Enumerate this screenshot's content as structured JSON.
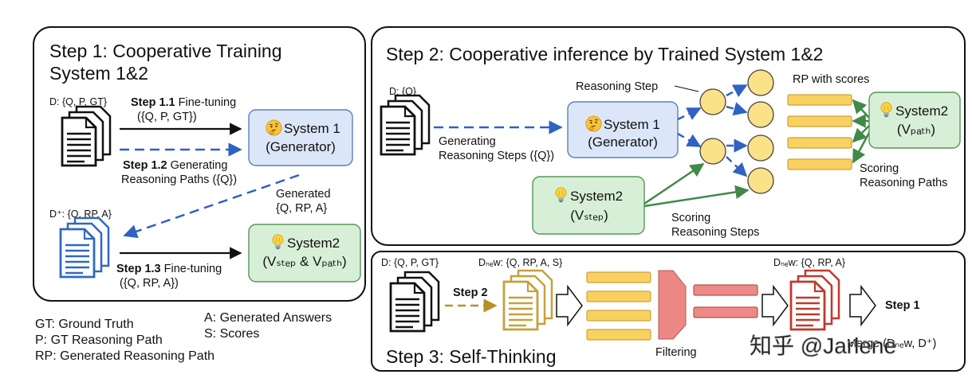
{
  "step1": {
    "title_line1": "Step 1: Cooperative Training",
    "title_line2": "System 1&2",
    "dataset_d": "D: {Q, P, GT}",
    "s11_bold": "Step 1.1",
    "s11_rest": " Fine-tuning",
    "s11_sub": "({Q, P, GT})",
    "s12_bold": "Step 1.2",
    "s12_rest": " Generating",
    "s12_sub": "Reasoning Paths ({Q})",
    "generated_1": "Generated",
    "generated_2": "{Q, RP, A}",
    "dataset_dplus": "D⁺: {Q, RP, A}",
    "s13_bold": "Step 1.3",
    "s13_rest": " Fine-tuning",
    "s13_sub": "({Q, RP, A})",
    "system1_line1": "System 1",
    "system1_line2": "(Generator)",
    "system2_line1": "System2",
    "system2_line2": "(Vₛₜₑₚ & Vₚₐₜₕ)"
  },
  "legend": {
    "gt": "GT: Ground Truth",
    "p": "P: GT Reasoning Path",
    "rp": "RP: Generated Reasoning Path",
    "a": "A: Generated Answers",
    "s": "S: Scores"
  },
  "step2": {
    "title": "Step 2: Cooperative inference by Trained System 1&2",
    "dataset_d": "D: {Q}",
    "gen_line1": "Generating",
    "gen_line2": "Reasoning Steps ({Q})",
    "reasoning_step": "Reasoning Step",
    "rp_with_scores": "RP with scores",
    "system1_line1": "System 1",
    "system1_line2": "(Generator)",
    "system2_left_line1": "System2",
    "system2_left_line2": "(Vₛₜₑₚ)",
    "system2_right_line1": "System2",
    "system2_right_line2": "(Vₚₐₜₕ)",
    "scoring_steps_1": "Scoring",
    "scoring_steps_2": "Reasoning Steps",
    "scoring_paths_1": "Scoring",
    "scoring_paths_2": "Reasoning Paths"
  },
  "step3": {
    "title": "Step 3: Self-Thinking",
    "dataset_d": "D: {Q, P, GT}",
    "dnew_scored": "Dₙₑw: {Q, RP, A, S}",
    "step2_label": "Step 2",
    "filtering": "Filtering",
    "dnew_filtered": "Dₙₑw: {Q, RP, A}",
    "step1_label": "Step 1",
    "merge": "Merge (Dₙₑw, D⁺)"
  },
  "watermark": "知乎 @Jarlene",
  "colors": {
    "blue_box": "#dbe6f8",
    "blue_box_border": "#5a7fbf",
    "green_box": "#d8efd7",
    "green_box_border": "#55955a",
    "yellow_bar": "#f9d160",
    "yellow_bar_border": "#c9a33a",
    "circle_fill": "#fbe188",
    "red_bar": "#ee8a85",
    "filter_funnel": "#ec8883",
    "dash_blue": "#2f62c2",
    "dash_gold": "#b7902a",
    "arrow_green": "#3f8a47",
    "doc_blue": "#2f69c0",
    "doc_gold": "#c7a03a",
    "doc_red": "#c0392b"
  },
  "icons": [
    "document-stack-icon",
    "thinking-emoji-icon",
    "lightbulb-icon",
    "hollow-arrow-icon",
    "funnel-icon"
  ]
}
